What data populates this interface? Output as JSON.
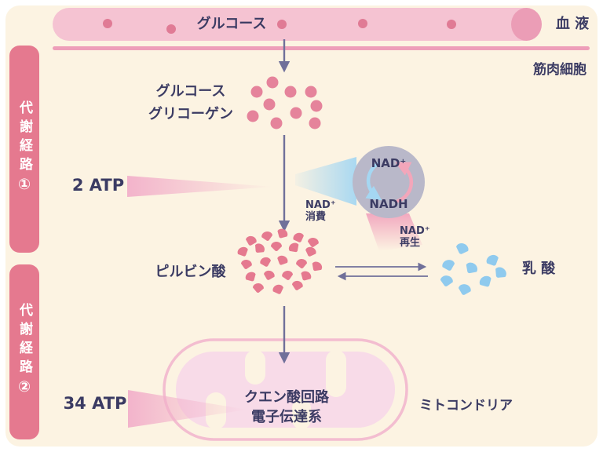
{
  "blood": {
    "vessel_label": "グルコース",
    "region_label": "血 液"
  },
  "cell": {
    "label": "筋肉細胞"
  },
  "badges": [
    {
      "label": "代謝経路",
      "number": "①"
    },
    {
      "label": "代謝経路",
      "number": "②"
    }
  ],
  "glycogen": {
    "line1": "グルコース",
    "line2": "グリコーゲン"
  },
  "atp": {
    "glycolysis": "2 ATP",
    "oxidative": "34 ATP"
  },
  "nad": {
    "oxidized": "NAD⁺",
    "reduced": "NADH",
    "consume": {
      "line1": "NAD⁺",
      "line2": "消費"
    },
    "regen": {
      "line1": "NAD⁺",
      "line2": "再生"
    }
  },
  "pyruvate": {
    "label": "ピルビン酸"
  },
  "lactate": {
    "label": "乳 酸"
  },
  "mitochondria": {
    "label": "ミトコンドリア",
    "process": {
      "line1": "クエン酸回路",
      "line2": "電子伝達系"
    }
  },
  "colors": {
    "background": "#fcf3e2",
    "frame": "#ffffff",
    "vessel": "#f5c3d2",
    "vessel_cap": "#eb9db6",
    "membrane": "#ee9eb9",
    "badge_pink": "#e5798f",
    "granule_pink": "#e5839b",
    "text_navy": "#3b3b63",
    "arrow_slate": "#70709a",
    "nad_circle_gray": "#b9b8c9",
    "lactate_blue": "#8fcaee",
    "beam_pink": "#f2b0ca",
    "beam_blue": "#a5d7f2",
    "mito_outline": "#f3bdd0",
    "mito_inner": "#f8dbe8"
  }
}
